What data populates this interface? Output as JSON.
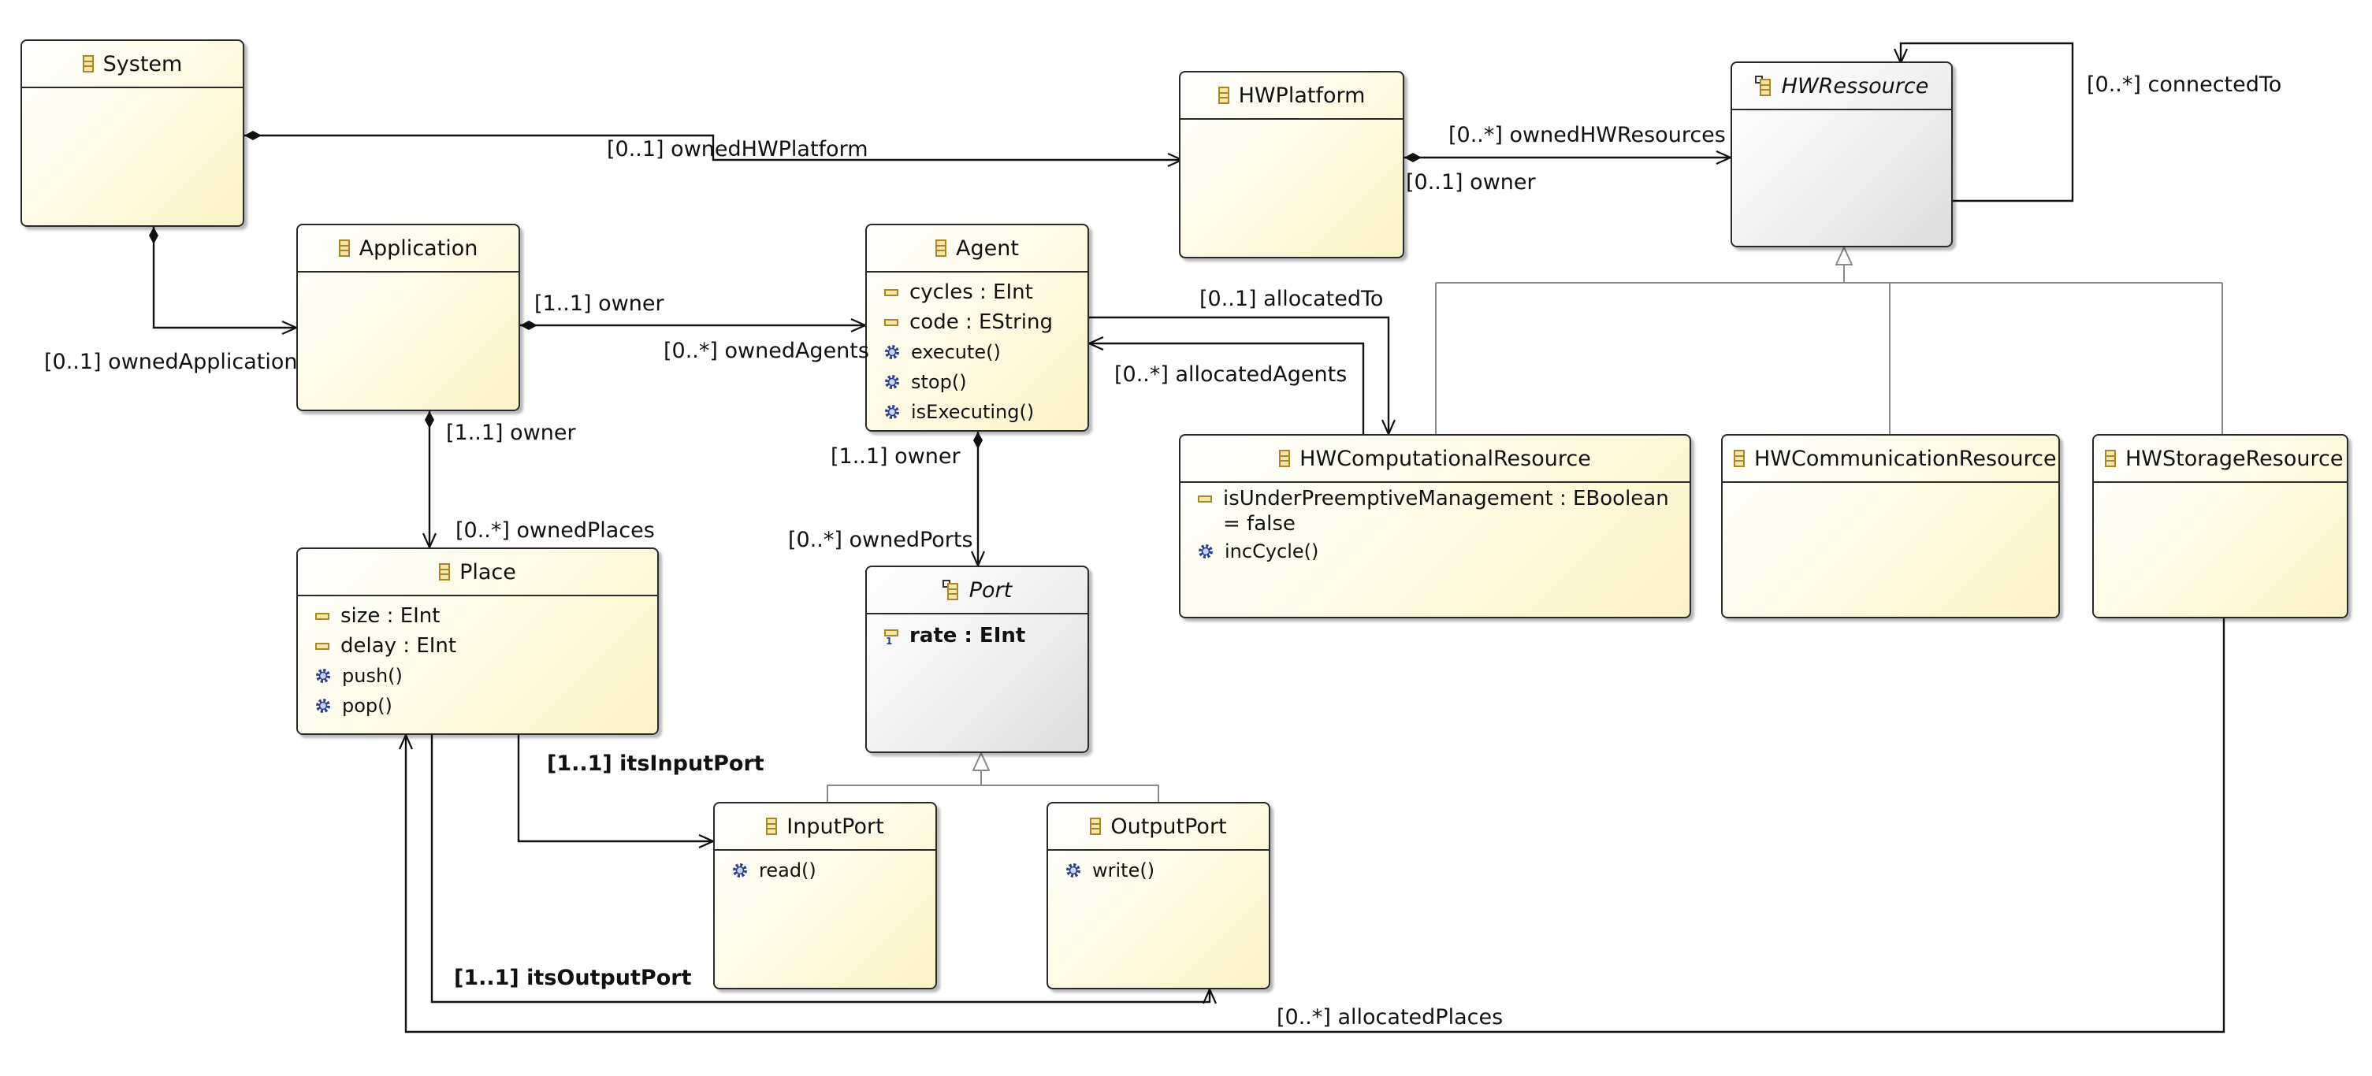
{
  "classes": {
    "system": {
      "name": "System"
    },
    "hwplatform": {
      "name": "HWPlatform"
    },
    "hwressource": {
      "name": "HWRessource"
    },
    "application": {
      "name": "Application"
    },
    "agent": {
      "name": "Agent",
      "attributes": [
        "cycles : EInt",
        "code : EString"
      ],
      "operations": [
        "execute()",
        "stop()",
        "isExecuting()"
      ]
    },
    "place": {
      "name": "Place",
      "attributes": [
        "size : EInt",
        "delay : EInt"
      ],
      "operations": [
        "push()",
        "pop()"
      ]
    },
    "port": {
      "name": "Port",
      "attributes": [
        "rate : EInt"
      ]
    },
    "inputport": {
      "name": "InputPort",
      "operations": [
        "read()"
      ]
    },
    "outputport": {
      "name": "OutputPort",
      "operations": [
        "write()"
      ]
    },
    "hwcomputational": {
      "name": "HWComputationalResource",
      "attributes": [
        "isUnderPreemptiveManagement : EBoolean",
        "= false"
      ],
      "operations": [
        "incCycle()"
      ]
    },
    "hwcommunication": {
      "name": "HWCommunicationResource"
    },
    "hwstorage": {
      "name": "HWStorageResource"
    }
  },
  "labels": {
    "owned_hwplatform": "[0..1] ownedHWPlatform",
    "owned_hwresources": "[0..*] ownedHWResources",
    "hwplatform_owner": "[0..1] owner",
    "connected_to": "[0..*] connectedTo",
    "owned_application": "[0..1] ownedApplication",
    "application_owner_agents": "[1..1] owner",
    "owned_agents": "[0..*] ownedAgents",
    "allocated_to": "[0..1] allocatedTo",
    "allocated_agents": "[0..*] allocatedAgents",
    "application_owner_places": "[1..1] owner",
    "owned_places": "[0..*] ownedPlaces",
    "agent_owner": "[1..1] owner",
    "owned_ports": "[0..*] ownedPorts",
    "its_input_port": "[1..1] itsInputPort",
    "its_output_port": "[1..1] itsOutputPort",
    "allocated_places": "[0..*] allocatedPlaces"
  }
}
